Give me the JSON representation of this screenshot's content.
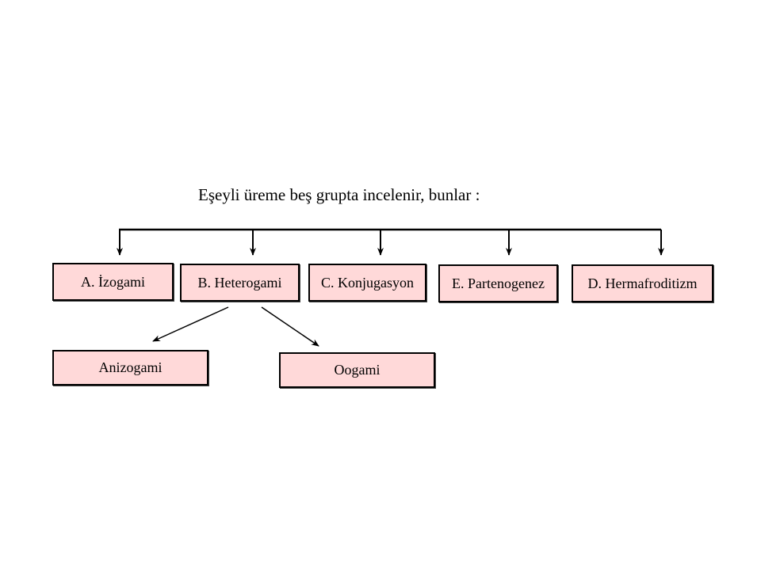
{
  "heading": "Eşeyli üreme beş grupta incelenir, bunlar :",
  "groups": [
    {
      "label": "A. İzogami"
    },
    {
      "label": "B. Heterogami"
    },
    {
      "label": "C. Konjugasyon"
    },
    {
      "label": "E. Partenogenez"
    },
    {
      "label": "D. Hermafroditizm"
    }
  ],
  "subgroups": [
    {
      "label": "Anizogami"
    },
    {
      "label": "Oogami"
    }
  ],
  "colors": {
    "box_fill": "#ffd9d9",
    "line": "#000000"
  }
}
